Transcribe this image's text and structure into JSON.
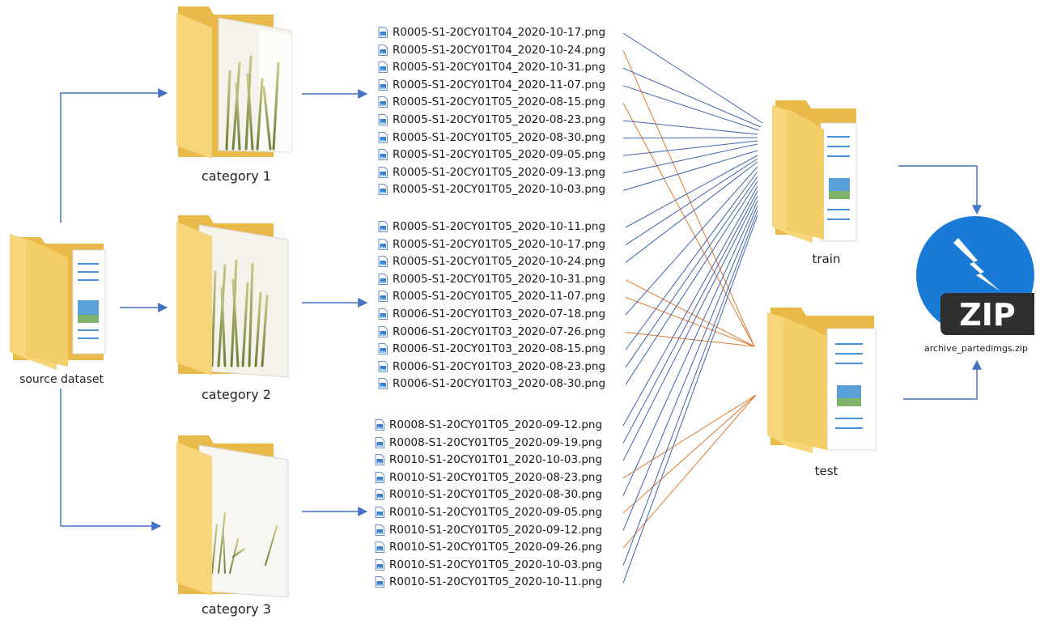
{
  "source": {
    "label": "source dataset"
  },
  "categories": [
    {
      "label": "category 1"
    },
    {
      "label": "category 2"
    },
    {
      "label": "category 3"
    }
  ],
  "file_groups": [
    {
      "category": "category 1",
      "files": [
        "R0005-S1-20CY01T04_2020-10-17.png",
        "R0005-S1-20CY01T04_2020-10-24.png",
        "R0005-S1-20CY01T04_2020-10-31.png",
        "R0005-S1-20CY01T04_2020-11-07.png",
        "R0005-S1-20CY01T05_2020-08-15.png",
        "R0005-S1-20CY01T05_2020-08-23.png",
        "R0005-S1-20CY01T05_2020-08-30.png",
        "R0005-S1-20CY01T05_2020-09-05.png",
        "R0005-S1-20CY01T05_2020-09-13.png",
        "R0005-S1-20CY01T05_2020-10-03.png"
      ],
      "split": [
        "train",
        "test",
        "train",
        "train",
        "test",
        "train",
        "train",
        "train",
        "train",
        "train"
      ]
    },
    {
      "category": "category 2",
      "files": [
        "R0005-S1-20CY01T05_2020-10-11.png",
        "R0005-S1-20CY01T05_2020-10-17.png",
        "R0005-S1-20CY01T05_2020-10-24.png",
        "R0005-S1-20CY01T05_2020-10-31.png",
        "R0005-S1-20CY01T05_2020-11-07.png",
        "R0006-S1-20CY01T03_2020-07-18.png",
        "R0006-S1-20CY01T03_2020-07-26.png",
        "R0006-S1-20CY01T03_2020-08-15.png",
        "R0006-S1-20CY01T03_2020-08-23.png",
        "R0006-S1-20CY01T03_2020-08-30.png"
      ],
      "split": [
        "train",
        "train",
        "train",
        "test",
        "test",
        "train",
        "test",
        "train",
        "train",
        "train"
      ]
    },
    {
      "category": "category 3",
      "files": [
        "R0008-S1-20CY01T05_2020-09-12.png",
        "R0008-S1-20CY01T05_2020-09-19.png",
        "R0010-S1-20CY01T01_2020-10-03.png",
        "R0010-S1-20CY01T05_2020-08-23.png",
        "R0010-S1-20CY01T05_2020-08-30.png",
        "R0010-S1-20CY01T05_2020-09-05.png",
        "R0010-S1-20CY01T05_2020-09-12.png",
        "R0010-S1-20CY01T05_2020-09-26.png",
        "R0010-S1-20CY01T05_2020-10-03.png",
        "R0010-S1-20CY01T05_2020-10-11.png"
      ],
      "split": [
        "train",
        "train",
        "train",
        "test",
        "train",
        "test",
        "train",
        "test",
        "train",
        "train"
      ]
    }
  ],
  "destinations": {
    "train": {
      "label": "train"
    },
    "test": {
      "label": "test"
    }
  },
  "archive": {
    "badge": "ZIP",
    "label": "archive_partedimgs.zip"
  },
  "colors": {
    "train_line": "#3f63b0",
    "test_line": "#e0782e",
    "arrow": "#4472c4",
    "folder_front": "#f6d57b",
    "folder_back": "#e9b949",
    "zip_circle": "#1a7bd6",
    "zip_badge": "#2f2f2f"
  },
  "icons": {
    "folder": "folder-icon",
    "image_file": "image-file-icon",
    "zip": "zip-archive-icon"
  }
}
